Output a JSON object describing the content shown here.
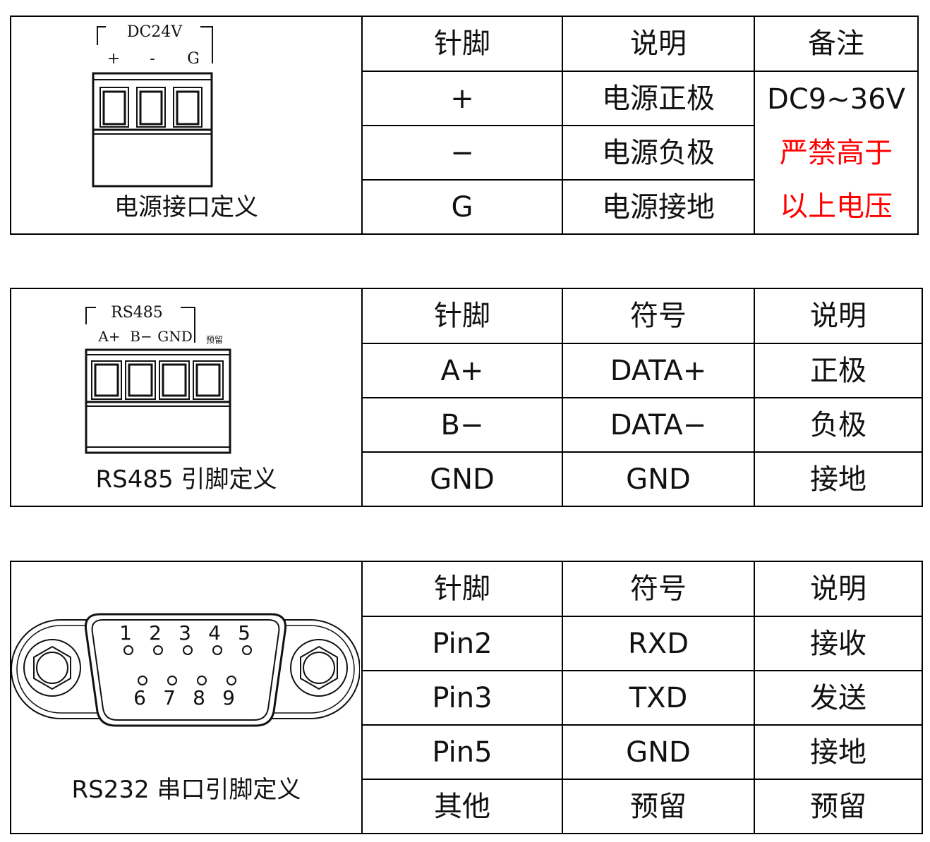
{
  "power": {
    "diagram": {
      "title": "DC24V",
      "pins": [
        "+",
        "-",
        "G"
      ]
    },
    "caption": "电源接口定义",
    "headers": [
      "针脚",
      "说明",
      "备注"
    ],
    "rows": [
      {
        "pin": "+",
        "desc": "电源正极"
      },
      {
        "pin": "−",
        "desc": "电源负极"
      },
      {
        "pin": "G",
        "desc": "电源接地"
      }
    ],
    "note_line1": "DC9~36V",
    "note_line2": "严禁高于",
    "note_line3": "以上电压",
    "note_color": "#ff0000"
  },
  "rs485": {
    "diagram": {
      "title": "RS485",
      "pins": [
        "A+",
        "B−",
        "GND"
      ],
      "reserved": "预留"
    },
    "caption": "RS485 引脚定义",
    "headers": [
      "针脚",
      "符号",
      "说明"
    ],
    "rows": [
      {
        "pin": "A+",
        "symbol": "DATA+",
        "desc": "正极"
      },
      {
        "pin": "B−",
        "symbol": "DATA−",
        "desc": "负极"
      },
      {
        "pin": "GND",
        "symbol": "GND",
        "desc": "接地"
      }
    ]
  },
  "rs232": {
    "diagram": {
      "top_pins": [
        "1",
        "2",
        "3",
        "4",
        "5"
      ],
      "bottom_pins": [
        "6",
        "7",
        "8",
        "9"
      ]
    },
    "caption": "RS232 串口引脚定义",
    "headers": [
      "针脚",
      "符号",
      "说明"
    ],
    "rows": [
      {
        "pin": "Pin2",
        "symbol": "RXD",
        "desc": "接收"
      },
      {
        "pin": "Pin3",
        "symbol": "TXD",
        "desc": "发送"
      },
      {
        "pin": "Pin5",
        "symbol": "GND",
        "desc": "接地"
      },
      {
        "pin": "其他",
        "symbol": "预留",
        "desc": "预留"
      }
    ]
  }
}
